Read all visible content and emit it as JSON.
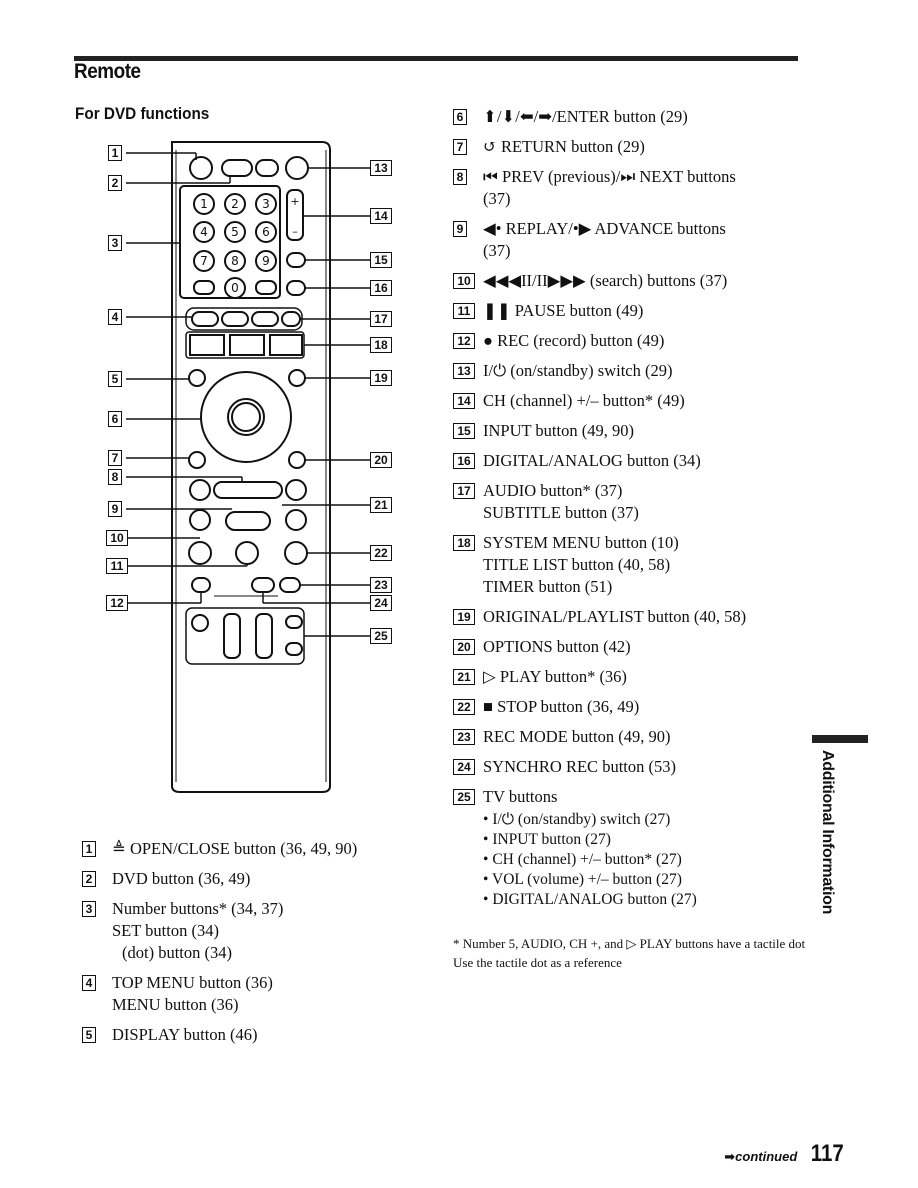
{
  "header": {
    "section": "Remote",
    "subsection": "For DVD functions"
  },
  "callouts": [
    "1",
    "2",
    "3",
    "4",
    "5",
    "6",
    "7",
    "8",
    "9",
    "10",
    "11",
    "12",
    "13",
    "14",
    "15",
    "16",
    "17",
    "18",
    "19",
    "20",
    "21",
    "22",
    "23",
    "24",
    "25"
  ],
  "left_list": [
    {
      "n": "1",
      "lines": [
        "≜ OPEN/CLOSE button (36, 49, 90)"
      ]
    },
    {
      "n": "2",
      "lines": [
        "DVD button (36, 49)"
      ]
    },
    {
      "n": "3",
      "lines": [
        "Number buttons* (34, 37)",
        "SET button (34)",
        "(dot) button (34)"
      ]
    },
    {
      "n": "4",
      "lines": [
        "TOP MENU button (36)",
        "MENU button (36)"
      ]
    },
    {
      "n": "5",
      "lines": [
        "DISPLAY button (46)"
      ]
    }
  ],
  "right_list": [
    {
      "n": "6",
      "lines": [
        "⬆/⬇/⬅/➡/ENTER button (29)"
      ]
    },
    {
      "n": "7",
      "lines": [
        "↺ RETURN button (29)"
      ]
    },
    {
      "n": "8",
      "lines": [
        "⏮ PREV (previous)/⏭ NEXT buttons",
        "(37)"
      ]
    },
    {
      "n": "9",
      "lines": [
        "◀• REPLAY/•▶ ADVANCE buttons",
        "(37)"
      ]
    },
    {
      "n": "10",
      "lines": [
        "◀◀◀II/II▶▶▶ (search) buttons (37)"
      ]
    },
    {
      "n": "11",
      "lines": [
        "❚❚ PAUSE button (49)"
      ]
    },
    {
      "n": "12",
      "lines": [
        "● REC (record) button (49)"
      ]
    },
    {
      "n": "13",
      "lines": [
        "I/⏻ (on/standby) switch (29)"
      ]
    },
    {
      "n": "14",
      "lines": [
        "CH (channel) +/– button* (49)"
      ]
    },
    {
      "n": "15",
      "lines": [
        "INPUT button (49, 90)"
      ]
    },
    {
      "n": "16",
      "lines": [
        "DIGITAL/ANALOG button (34)"
      ]
    },
    {
      "n": "17",
      "lines": [
        "AUDIO button* (37)",
        "SUBTITLE button (37)"
      ]
    },
    {
      "n": "18",
      "lines": [
        "SYSTEM MENU button (10)",
        "TITLE LIST button (40, 58)",
        "TIMER button (51)"
      ]
    },
    {
      "n": "19",
      "lines": [
        "ORIGINAL/PLAYLIST button (40, 58)"
      ]
    },
    {
      "n": "20",
      "lines": [
        "OPTIONS button (42)"
      ]
    },
    {
      "n": "21",
      "lines": [
        "▷ PLAY button* (36)"
      ]
    },
    {
      "n": "22",
      "lines": [
        "■ STOP button (36, 49)"
      ]
    },
    {
      "n": "23",
      "lines": [
        "REC MODE button (49, 90)"
      ]
    },
    {
      "n": "24",
      "lines": [
        "SYNCHRO REC button (53)"
      ]
    },
    {
      "n": "25",
      "lines": [
        "TV buttons"
      ]
    }
  ],
  "tv_buttons": [
    "I/⏻ (on/standby) switch (27)",
    "INPUT button (27)",
    "CH (channel) +/– button* (27)",
    "VOL (volume) +/– button (27)",
    "DIGITAL/ANALOG button (27)"
  ],
  "footnote": "* Number 5, AUDIO, CH +, and ▷ PLAY buttons have a tactile dot Use the tactile dot as a reference",
  "side_tab": "Additional Information",
  "footer": {
    "continued": "➡continued",
    "page": "117"
  }
}
